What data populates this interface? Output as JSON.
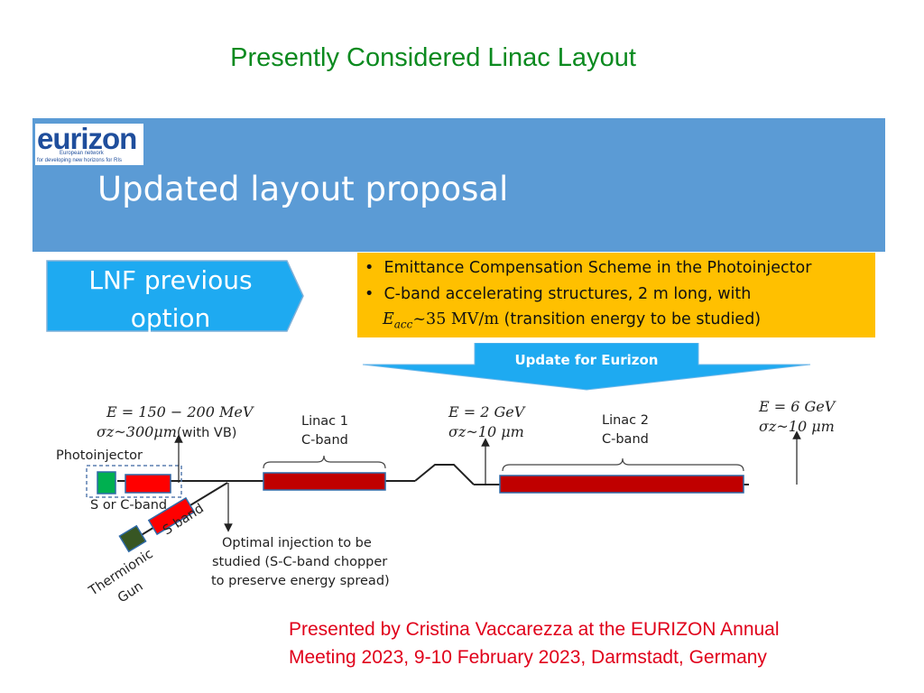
{
  "slide": {
    "title": "Presently Considered Linac Layout",
    "footer_line1": "Presented by Cristina Vaccarezza at the EURIZON Annual",
    "footer_line2": "Meeting 2023, 9-10 February 2023, Darmstadt, Germany"
  },
  "header": {
    "logo_word": "eurizon",
    "logo_sub1": "European network",
    "logo_sub2": "for developing new horizons for RIs",
    "title": "Updated layout proposal"
  },
  "lnf_arrow": {
    "line1": "LNF previous",
    "line2": "option"
  },
  "info_box": {
    "bullet1": "Emittance Compensation Scheme in the Photoinjector",
    "bullet2": "C-band accelerating structures, 2 m long,  with",
    "bullet3_math_e": "E",
    "bullet3_math_sub": "acc",
    "bullet3_math_rest": "~35 MV/m",
    "bullet3_text": "(transition energy to be studied)"
  },
  "update_arrow": {
    "label": "Update for Eurizon"
  },
  "diagram": {
    "energy1": "E = 150 − 200 MeV",
    "sigma1": "σz~300μm",
    "sigma1_note": "(with VB)",
    "energy2": "E = 2 GeV",
    "sigma2": "σz~10 μm",
    "energy3": "E = 6 GeV",
    "sigma3": "σz~10 μm",
    "linac1_line1": "Linac 1",
    "linac1_line2": "C-band",
    "linac2_line1": "Linac 2",
    "linac2_line2": "C-band",
    "photoinjector": "Photoinjector",
    "s_or_c_band": "S or C-band",
    "s_band": "S band",
    "thermionic_line1": "Thermionic",
    "thermionic_line2": "Gun",
    "injection_line1": "Optimal injection to be",
    "injection_line2": "studied (S-C-band chopper",
    "injection_line3": "to preserve energy spread)"
  },
  "colors": {
    "title_green": "#0b8a1f",
    "header_blue": "#5b9bd5",
    "lnf_cyan": "#1eaaf1",
    "info_yellow": "#ffc000",
    "structure_red": "#c00000",
    "gun_green": "#00b050",
    "thermionic_green": "#375623",
    "footer_red": "#e0001a"
  }
}
